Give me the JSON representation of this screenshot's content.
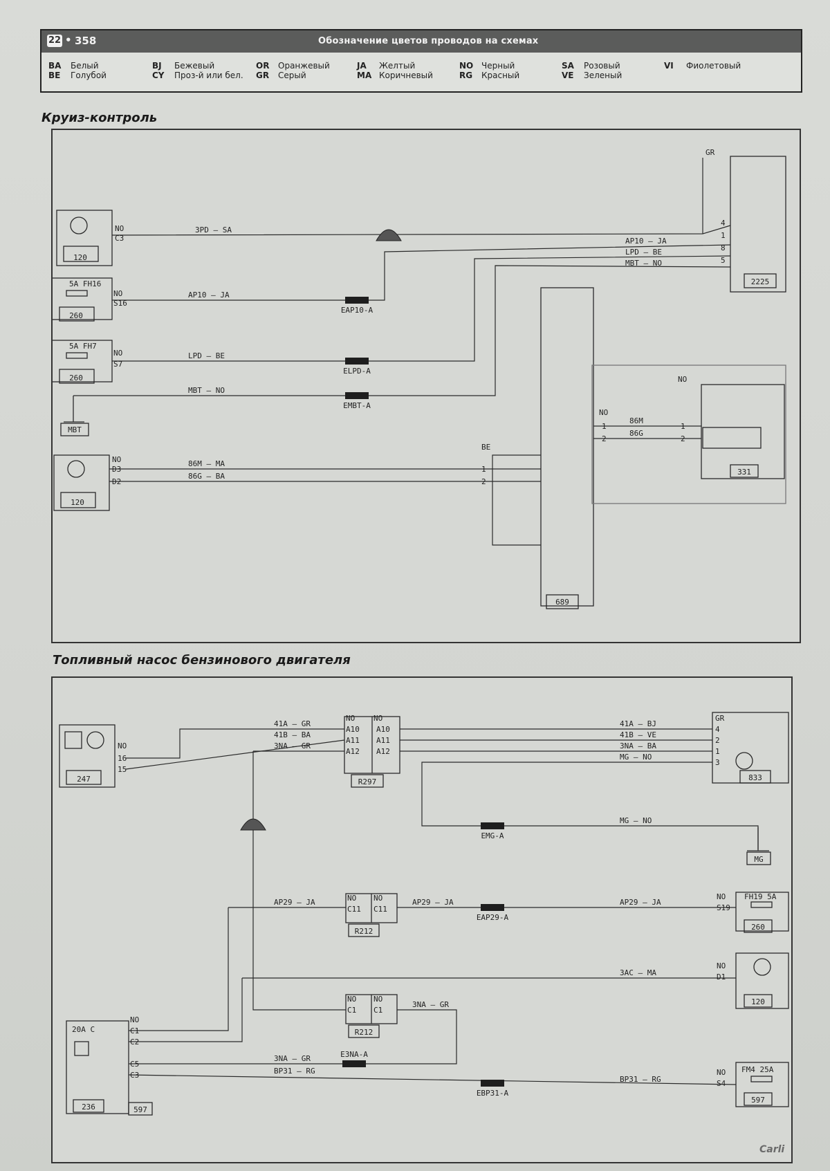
{
  "header": {
    "badge": "22",
    "dot": "•",
    "page_number": "358",
    "title": "Обозначение цветов проводов на схемах",
    "legend": [
      {
        "code": "BA",
        "name": "Белый"
      },
      {
        "code": "BE",
        "name": "Голубой"
      },
      {
        "code": "BJ",
        "name": "Бежевый"
      },
      {
        "code": "CY",
        "name": "Проз-й или бел."
      },
      {
        "code": "OR",
        "name": "Оранжевый"
      },
      {
        "code": "GR",
        "name": "Серый"
      },
      {
        "code": "JA",
        "name": "Желтый"
      },
      {
        "code": "MA",
        "name": "Коричневый"
      },
      {
        "code": "NO",
        "name": "Черный"
      },
      {
        "code": "RG",
        "name": "Красный"
      },
      {
        "code": "SA",
        "name": "Розовый"
      },
      {
        "code": "VE",
        "name": "Зеленый"
      },
      {
        "code": "VI",
        "name": "Фиолетовый"
      }
    ]
  },
  "cruise": {
    "title": "Круиз-контроль",
    "components": {
      "c120a": "120",
      "c260a": "260",
      "c260a_fuse": "5A FH16",
      "c260b": "260",
      "c260b_fuse": "5A FH7",
      "ground": "MBT",
      "c120b": "120",
      "c689": "689",
      "c331": "331",
      "c2225": "2225"
    },
    "pins": {
      "no": "NO",
      "c3": "C3",
      "s16": "S16",
      "s7": "S7",
      "d3": "D3",
      "d2": "D2",
      "gr": "GR",
      "be": "BE",
      "p1": "1",
      "p2": "2",
      "p4": "4",
      "p8": "8",
      "p5": "5"
    },
    "wires": {
      "w3pd": "3PD — SA",
      "ap10_left": "AP10 — JA",
      "lpd_left": "LPD — BE",
      "mbt_left": "MBT — NO",
      "m86_left": "86M — MA",
      "g86_left": "86G — BA",
      "ap10_right": "AP10 — JA",
      "lpd_right": "LPD — BE",
      "mbt_right": "MBT — NO",
      "m86_right": "86M",
      "g86_right": "86G"
    },
    "splices": {
      "eap10": "EAP10-A",
      "elpd": "ELPD-A",
      "embt": "EMBT-A"
    }
  },
  "fuel": {
    "title": "Топливный насос бензинового двигателя",
    "components": {
      "c247": "247",
      "r297": "R297",
      "c833": "833",
      "ground": "MG",
      "r212a": "R212",
      "c260": "260",
      "c260_fuse": "FH19 5A",
      "c120": "120",
      "r212b": "R212",
      "c236": "236",
      "c597a": "597",
      "c236_fuse": "20A C",
      "c597b": "597",
      "c597b_fuse": "FM4 25A"
    },
    "pins": {
      "no": "NO",
      "p16": "16",
      "p15": "15",
      "a10": "A10",
      "a11": "A11",
      "a12": "A12",
      "gr": "GR",
      "p4": "4",
      "p2": "2",
      "p1": "1",
      "p3": "3",
      "c11": "C11",
      "s19": "S19",
      "d1": "D1",
      "c1": "C1",
      "c2": "C2",
      "c5": "C5",
      "c3": "C3",
      "s4": "S4"
    },
    "wires": {
      "w41a_left": "41A — GR",
      "w41b_left": "41B — BA",
      "w3na_left": "3NA — GR",
      "w41a_right": "41A — BJ",
      "w41b_right": "41B — VE",
      "w3na_right": "3NA — BA",
      "mg_right": "MG — NO",
      "mg_lower": "MG — NO",
      "ap29_left": "AP29 — JA",
      "ap29_mid": "AP29 — JA",
      "ap29_right": "AP29 — JA",
      "w3ac": "3AC — MA",
      "w3na_r212": "3NA — GR",
      "w3na_bottom": "3NA — GR",
      "bp31_left": "BP31 — RG",
      "bp31_right": "BP31 — RG"
    },
    "splices": {
      "emg": "EMG-A",
      "eap29": "EAP29-A",
      "e3na": "E3NA-A",
      "ebp31": "EBP31-A"
    }
  },
  "footer": {
    "logo": "Carli"
  }
}
